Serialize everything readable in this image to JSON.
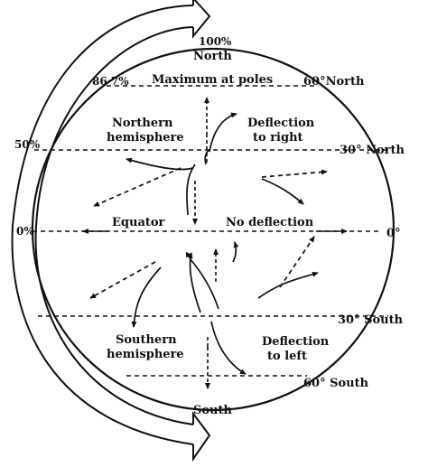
{
  "colors": {
    "ink": "#111111",
    "paper": "#ffffff"
  },
  "percent_labels": {
    "p100": "100%",
    "p86": "86·7%",
    "p50": "50%",
    "p0": "0%"
  },
  "pole_labels": {
    "north": "North",
    "south": "South"
  },
  "latitude_labels": {
    "n60": "60°North",
    "n30": "30° North",
    "eq": "0°",
    "s30": "30° South",
    "s60": "60° South"
  },
  "region_labels": {
    "max_poles": "Maximum at poles",
    "nh_line1": "Northern",
    "nh_line2": "hemisphere",
    "def_right_1": "Deflection",
    "def_right_2": "to right",
    "equator": "Equator",
    "no_def": "No deflection",
    "sh_line1": "Southern",
    "sh_line2": "hemisphere",
    "def_left_1": "Deflection",
    "def_left_2": "to left"
  },
  "icons": {
    "rotation": "curved-rotation-arrow-icon",
    "deflection": "deflection-arrow-icon"
  }
}
